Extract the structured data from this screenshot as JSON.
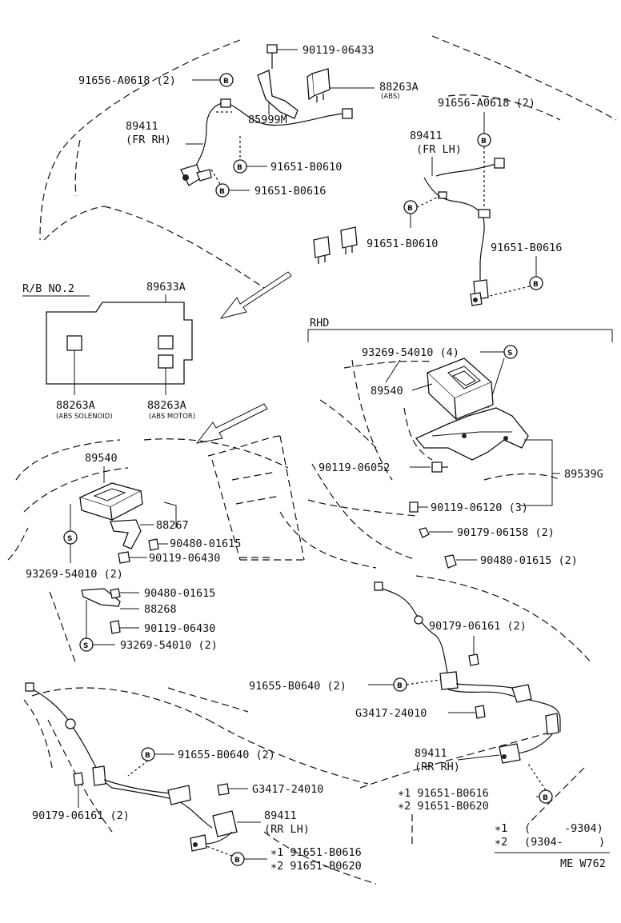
{
  "labels": {
    "b1": "91656-A0618 (2)",
    "b2": "90119-06433",
    "b3": "88263A",
    "b3sub": "(ABS)",
    "b4": "85999M",
    "b5": "89411",
    "b5b": "(FR RH)",
    "b6": "91651-B0610",
    "b7": "91651-B0616",
    "b8": "91656-A0618 (2)",
    "b9": "89411",
    "b9b": "(FR LH)",
    "b10": "91651-B0610",
    "b11": "91651-B0616",
    "rb": "R/B NO.2",
    "b12": "89633A",
    "b13": "88263A",
    "b13sub": "(ABS SOLENOID)",
    "b14": "88263A",
    "b14sub": "(ABS MOTOR)",
    "rhd": "RHD",
    "r1": "93269-54010 (4)",
    "r2": "89540",
    "r3": "90119-06052",
    "r4": "89539G",
    "r5": "90119-06120 (3)",
    "r6": "90179-06158 (2)",
    "r7": "90480-01615 (2)",
    "l1": "89540",
    "l2": "88267",
    "l3": "90480-01615",
    "l4": "93269-54010 (2)",
    "l5": "90119-06430",
    "l6": "90480-01615",
    "l7": "88268",
    "l8": "90119-06430",
    "l9": "93269-54010 (2)",
    "m1": "90179-06161 (2)",
    "m2": "91655-B0640 (2)",
    "m3": "G3417-24010",
    "m4": "89411",
    "m4b": "(RR RH)",
    "m5": "∗1  91651-B0616",
    "m6": "∗2  91651-B0620",
    "n1": "91655-B0640 (2)",
    "n2": "G3417-24010",
    "n3": "90179-06161 (2)",
    "n4": "89411",
    "n4b": "(RR LH)",
    "n5": "∗1  91651-B0616",
    "n6": "∗2  91651-B0620",
    "k1a": "∗1",
    "k1b": "-9304)",
    "k2a": "∗2",
    "k2b": "(9304-",
    "code": "ME W762",
    "b": "B",
    "s": "S"
  }
}
